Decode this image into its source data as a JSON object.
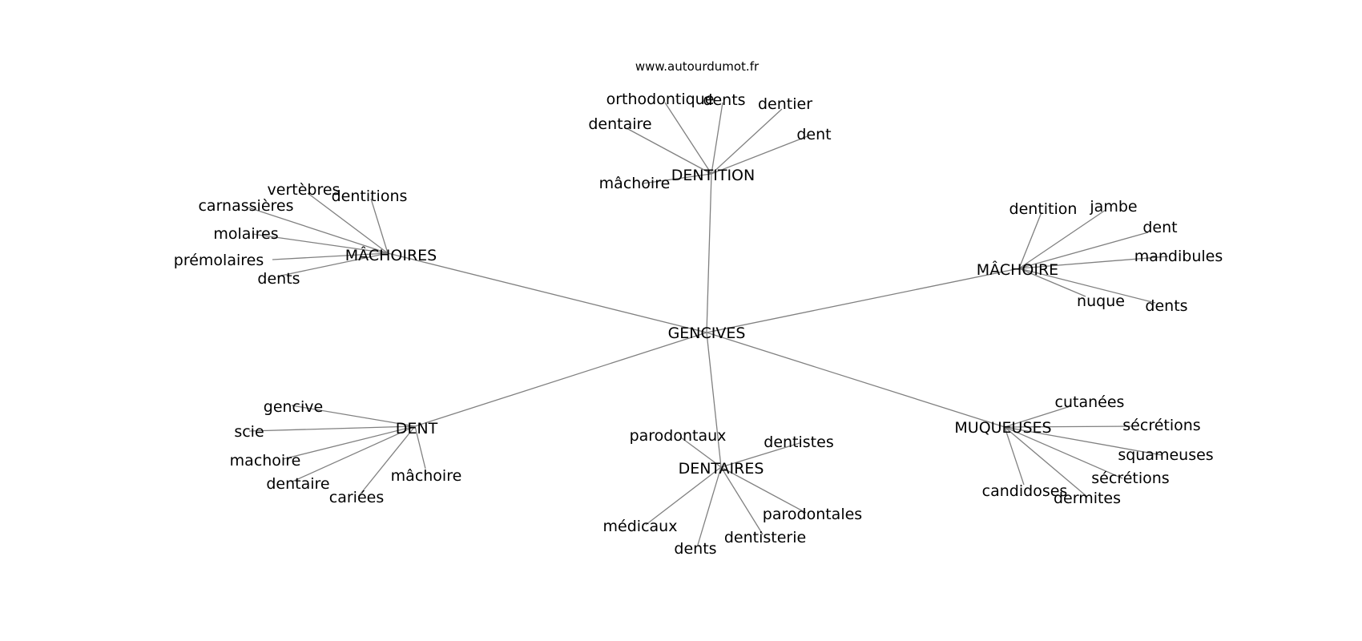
{
  "site": "www.autourdumot.fr",
  "center": "GENCIVES",
  "clusters": [
    {
      "key": "dentition",
      "hub": "DENTITION",
      "leaves": [
        "orthodontique",
        "dents",
        "dentier",
        "dentaire",
        "dent",
        "mâchoire"
      ]
    },
    {
      "key": "machoires",
      "hub": "MÂCHOIRES",
      "leaves": [
        "vertèbres",
        "dentitions",
        "carnassières",
        "molaires",
        "prémolaires",
        "dents"
      ]
    },
    {
      "key": "machoire",
      "hub": "MÂCHOIRE",
      "leaves": [
        "dentition",
        "jambe",
        "dent",
        "mandibules",
        "nuque",
        "dents"
      ]
    },
    {
      "key": "dent",
      "hub": "DENT",
      "leaves": [
        "gencive",
        "scie",
        "machoire",
        "dentaire",
        "cariées",
        "mâchoire"
      ]
    },
    {
      "key": "dentaires",
      "hub": "DENTAIRES",
      "leaves": [
        "parodontaux",
        "dentistes",
        "médicaux",
        "dents",
        "dentisterie",
        "parodontales"
      ]
    },
    {
      "key": "muqueuses",
      "hub": "MUQUEUSES",
      "leaves": [
        "cutanées",
        "sécrétions",
        "squameuses",
        "sécrétions",
        "candidoses",
        "dermites"
      ]
    }
  ],
  "colors": {
    "edge": "#808080",
    "text": "#000000",
    "background": "#ffffff"
  }
}
